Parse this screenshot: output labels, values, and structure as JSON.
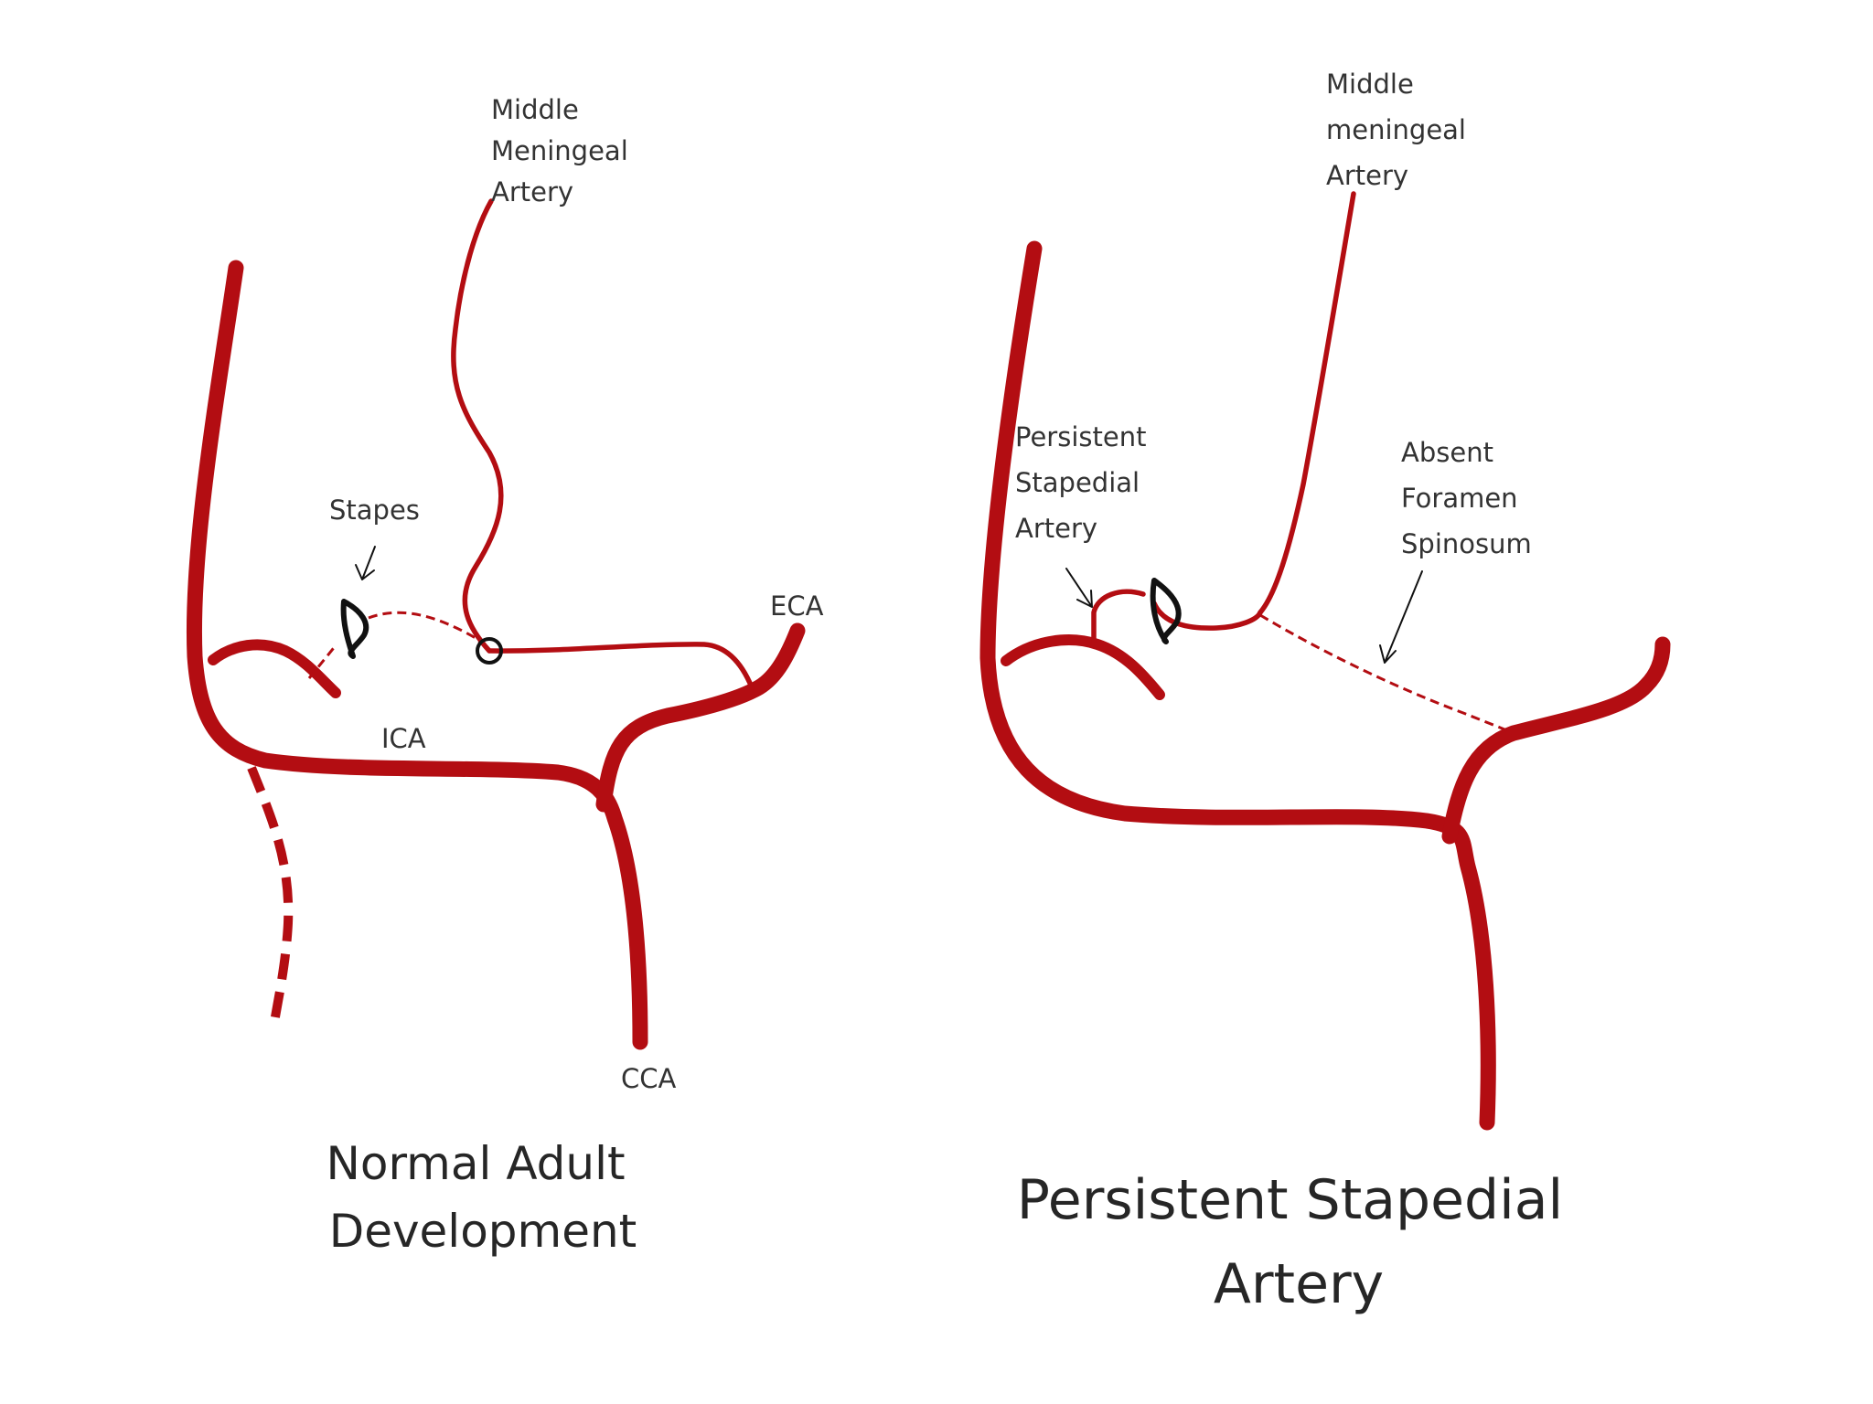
{
  "left_panel": {
    "labels": {
      "middle_meningeal": [
        "Middle",
        "Meningeal",
        "Artery"
      ],
      "stapes": "Stapes",
      "eca": "ECA",
      "ica": "ICA",
      "cca": "CCA"
    },
    "caption": [
      "Normal Adult",
      "Development"
    ]
  },
  "right_panel": {
    "labels": {
      "middle_meningeal": [
        "Middle",
        "meningeal",
        "Artery"
      ],
      "persistent_stapedial": [
        "Persistent",
        "Stapedial",
        "Artery"
      ],
      "absent_foramen": [
        "Absent",
        "Foramen",
        "Spinosum"
      ]
    },
    "caption": [
      "Persistent Stapedial",
      "Artery"
    ]
  },
  "colors": {
    "artery": "#b30d12",
    "outline": "#111111",
    "label_text": "#333333"
  }
}
